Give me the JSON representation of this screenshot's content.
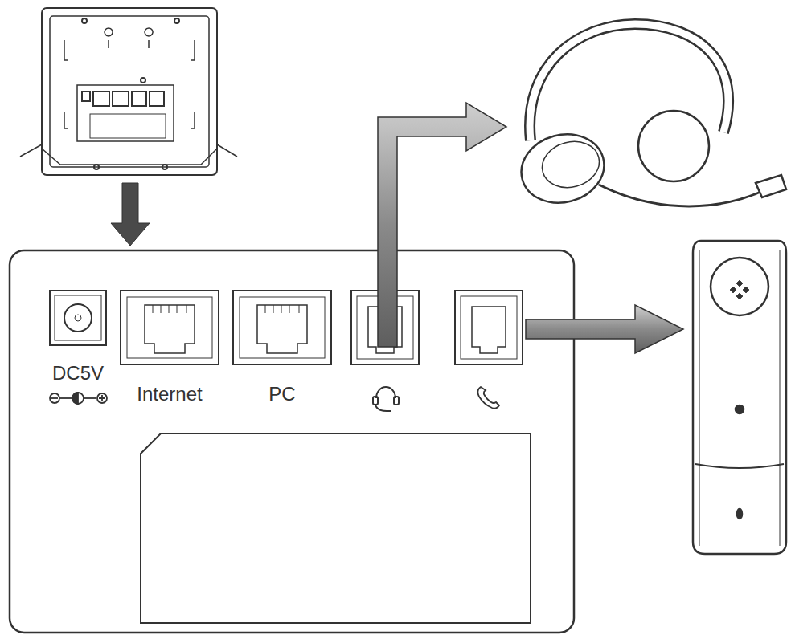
{
  "diagram": {
    "labels": [
      "DC5V",
      "Internet",
      "PC"
    ]
  }
}
